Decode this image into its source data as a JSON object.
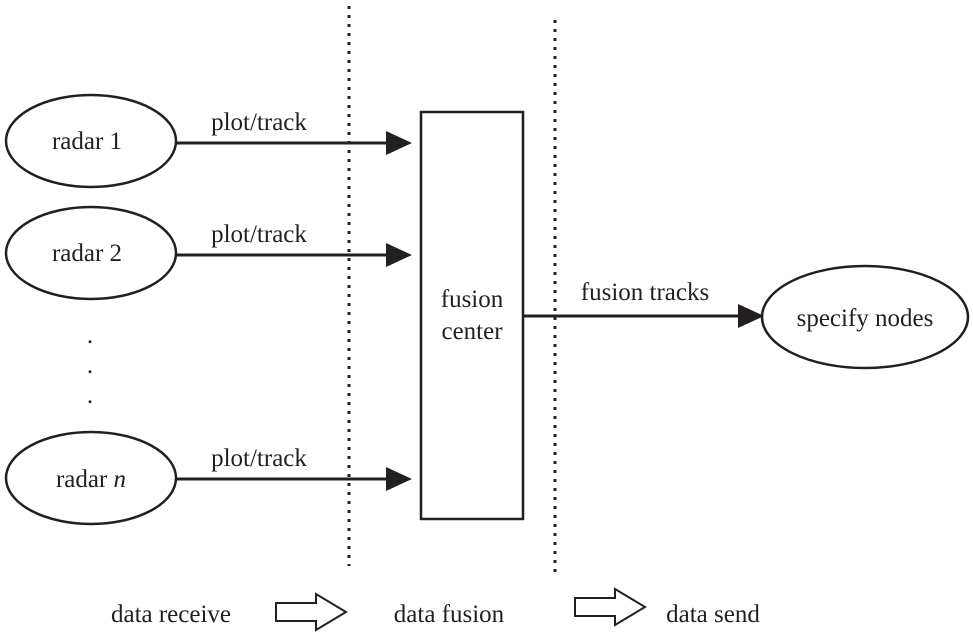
{
  "radars": [
    {
      "label": "radar 1",
      "index": ""
    },
    {
      "label": "radar 2",
      "index": ""
    },
    {
      "label": "radar ",
      "index": "n"
    }
  ],
  "edge_labels": {
    "radar_1": "plot/track",
    "radar_2": "plot/track",
    "radar_n": "plot/track",
    "output": "fusion tracks"
  },
  "ellipsis": [
    ".",
    ".",
    "."
  ],
  "fusion_center": {
    "line1": "fusion",
    "line2": "center"
  },
  "destination": "specify nodes",
  "stages": {
    "receive": "data receive",
    "fusion": "data fusion",
    "send": "data send"
  }
}
